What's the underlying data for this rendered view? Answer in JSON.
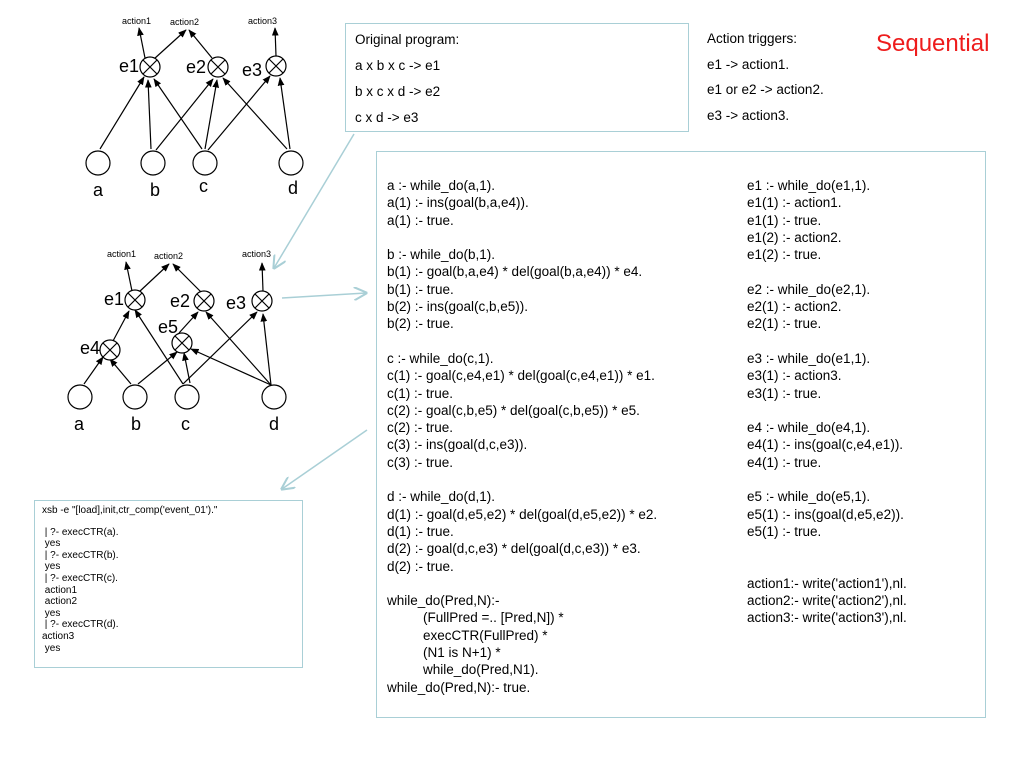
{
  "title": "Sequential",
  "original_program": {
    "heading": "Original program:",
    "lines": [
      "a x b x c -> e1",
      "b x c x d -> e2",
      "c x d -> e3"
    ]
  },
  "action_triggers": {
    "heading": "Action triggers:",
    "lines": [
      "e1 -> action1.",
      "e1 or e2 -> action2.",
      "e3 -> action3."
    ]
  },
  "diagram_top": {
    "actions": [
      "action1",
      "action2",
      "action3"
    ],
    "events": [
      "e1",
      "e2",
      "e3"
    ],
    "inputs": [
      "a",
      "b",
      "c",
      "d"
    ]
  },
  "diagram_bottom": {
    "actions": [
      "action1",
      "action2",
      "action3"
    ],
    "events": [
      "e1",
      "e2",
      "e3",
      "e4",
      "e5"
    ],
    "inputs": [
      "a",
      "b",
      "c",
      "d"
    ]
  },
  "code": {
    "left": [
      "a :- while_do(a,1).",
      "a(1) :- ins(goal(b,a,e4)).",
      "a(1) :- true.",
      "",
      "b :- while_do(b,1).",
      "b(1) :- goal(b,a,e4) * del(goal(b,a,e4)) * e4.",
      "b(1) :- true.",
      "b(2) :- ins(goal(c,b,e5)).",
      "b(2) :- true.",
      "",
      "c :- while_do(c,1).",
      "c(1) :- goal(c,e4,e1) * del(goal(c,e4,e1)) * e1.",
      "c(1) :- true.",
      "c(2) :- goal(c,b,e5) * del(goal(c,b,e5)) * e5.",
      "c(2) :- true.",
      "c(3) :- ins(goal(d,c,e3)).",
      "c(3) :- true.",
      "",
      "d :- while_do(d,1).",
      "d(1) :- goal(d,e5,e2) * del(goal(d,e5,e2)) * e2.",
      "d(1) :- true.",
      "d(2) :- goal(d,c,e3) * del(goal(d,c,e3)) * e3.",
      "d(2) :- true.",
      "",
      "while_do(Pred,N):-",
      "(FullPred =.. [Pred,N]) *",
      "execCTR(FullPred) *",
      "(N1 is N+1) *",
      "while_do(Pred,N1).",
      "while_do(Pred,N):- true."
    ],
    "right": [
      "e1 :- while_do(e1,1).",
      "e1(1) :- action1.",
      "e1(1) :- true.",
      "e1(2) :- action2.",
      "e1(2) :- true.",
      "",
      "e2 :- while_do(e2,1).",
      "e2(1) :- action2.",
      "e2(1) :- true.",
      "",
      "e3 :- while_do(e1,1).",
      "e3(1) :- action3.",
      "e3(1) :- true.",
      "",
      "e4 :- while_do(e4,1).",
      "e4(1) :- ins(goal(c,e4,e1)).",
      "e4(1) :- true.",
      "",
      "e5 :- while_do(e5,1).",
      "e5(1) :- ins(goal(d,e5,e2)).",
      "e5(1) :- true.",
      "",
      "",
      "action1:- write('action1'),nl.",
      "action2:- write('action2'),nl.",
      "action3:- write('action3'),nl."
    ]
  },
  "xsb_session": [
    "xsb -e \"[load],init,ctr_comp('event_01').\"",
    " | ?- execCTR(a).",
    " yes",
    " | ?- execCTR(b).",
    " yes",
    " | ?- execCTR(c).",
    " action1",
    " action2",
    " yes",
    " | ?- execCTR(d).",
    "action3",
    " yes"
  ],
  "colors": {
    "title": "#ee1c1c",
    "box_border": "#a9cfd6",
    "connector": "#a9cfd6"
  }
}
